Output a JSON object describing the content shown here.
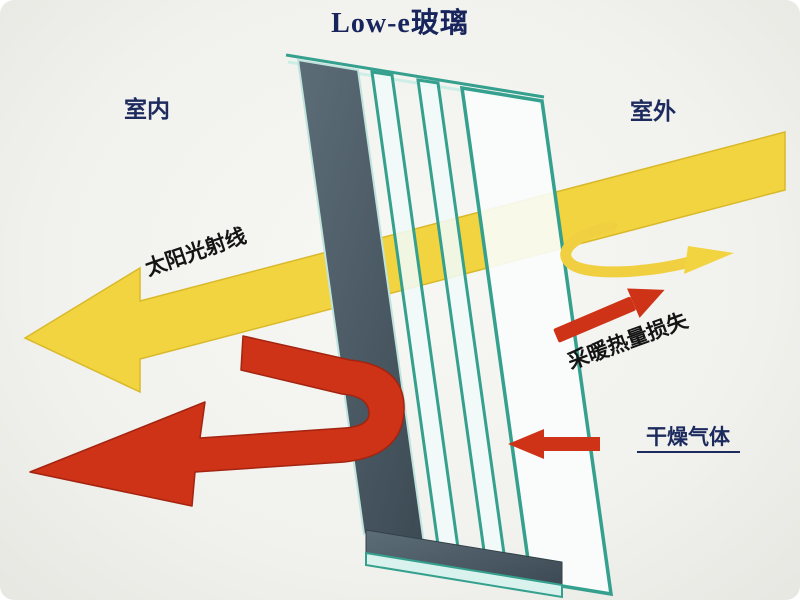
{
  "title": "Low-e玻璃",
  "labels": {
    "indoor": "室内",
    "outdoor": "室外",
    "sun_rays": "太阳光射线",
    "heat_loss": "采暖热量损失",
    "dry_gas": "干燥气体"
  },
  "colors": {
    "title_text": "#18255c",
    "zone_text": "#1c2a5e",
    "annotation_text": "#141414",
    "sun_yellow": "#f2d440",
    "sun_yellow_edge": "#d9b92a",
    "heat_red": "#ce3317",
    "heat_red_edge": "#a32410",
    "glass_teal": "#35a08e",
    "glass_fill": "#f2fbf9",
    "pane_dark": "#4a5a64",
    "background": "#f2f2ee"
  }
}
